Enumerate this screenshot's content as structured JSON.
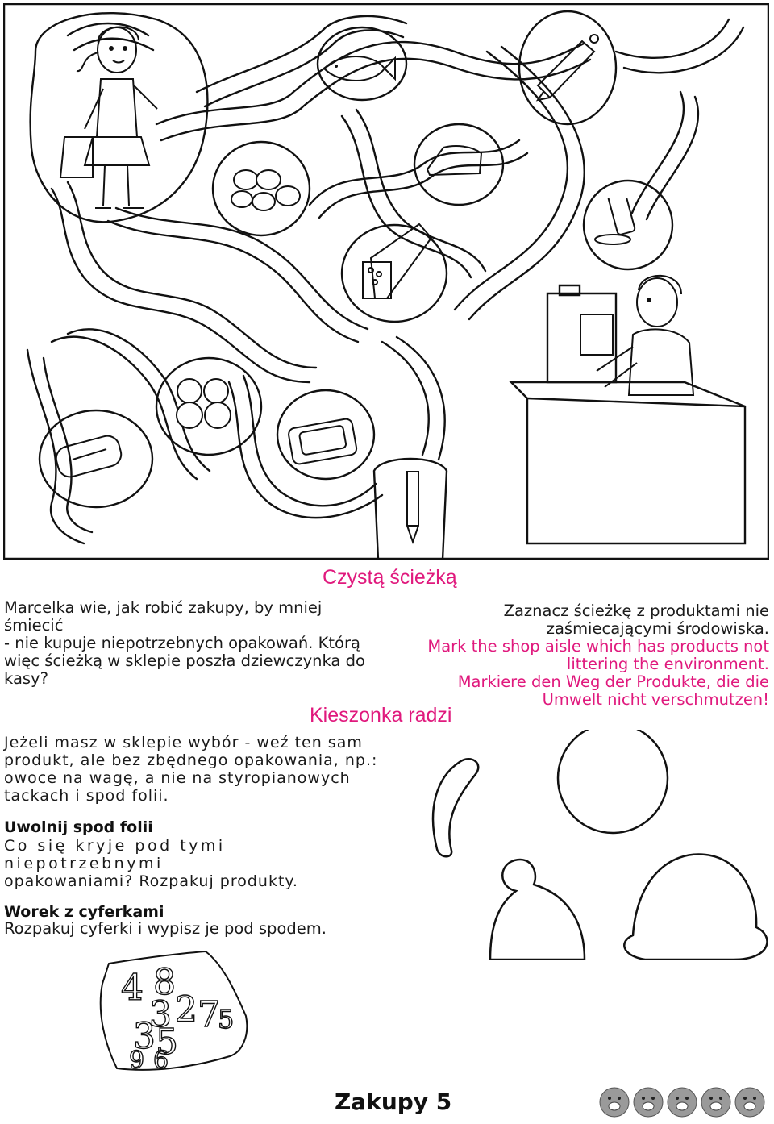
{
  "section_title": "Czystą ścieżką",
  "intro": {
    "line1": "Marcelka wie, jak robić zakupy, by mniej śmiecić",
    "line2": "- nie kupuje niepotrzebnych opakowań. Którą",
    "line3": "więc ścieżką w sklepie poszła dziewczynka do",
    "line4": "kasy?"
  },
  "task": {
    "pl_line1": "Zaznacz ścieżkę z produktami nie",
    "pl_line2": "zaśmiecającymi środowiska.",
    "en_line1": "Mark the shop aisle which has products not",
    "en_line2": "littering the environment.",
    "de_line1": "Markiere den Weg der Produkte, die die",
    "de_line2": "Umwelt nicht verschmutzen!"
  },
  "tip_title": "Kieszonka radzi",
  "tip": {
    "line1": "Jeżeli masz w sklepie wybór - weź ten sam",
    "line2": "produkt, ale bez zbędnego opakowania, np.:",
    "line3": "owoce na wagę, a nie na styropianowych",
    "line4": "tackach i spod folii."
  },
  "unwrap": {
    "heading": "Uwolnij spod folii",
    "line1": "Co się kryje pod tymi niepotrzebnymi",
    "line2": "opakowaniami? Rozpakuj produkty."
  },
  "numbers_bag": {
    "heading": "Worek z cyferkami",
    "instruction": "Rozpakuj cyferki i wypisz je pod spodem.",
    "digits": [
      "4",
      "8",
      "3",
      "2",
      "7",
      "5",
      "3",
      "5",
      "9",
      "6"
    ]
  },
  "footer": {
    "title": "Zakupy 5",
    "pig_count": 5
  },
  "colors": {
    "accent": "#e0197d",
    "ink": "#1a1a1a",
    "icon_gray": "#9a9a9a"
  },
  "icons": [
    "girl-figure",
    "fish-icon",
    "ruler-icon",
    "cheese-icon",
    "pastries-icon",
    "sausage-icon",
    "cake-icon",
    "cashier-figure",
    "apples-icon",
    "tray-icon",
    "tin-can-icon",
    "pencil-icon",
    "pig-icon"
  ]
}
